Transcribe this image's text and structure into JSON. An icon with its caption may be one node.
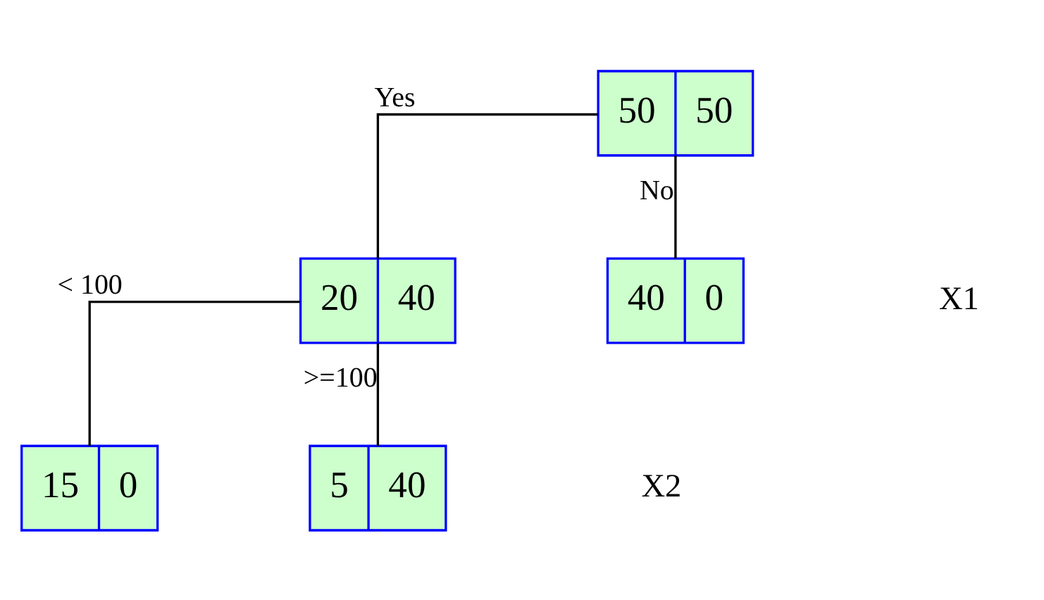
{
  "diagram": {
    "nodes": [
      {
        "text": [
          "50",
          "50"
        ]
      },
      {
        "text": [
          "20",
          "40"
        ]
      },
      {
        "text": [
          "40",
          "0"
        ]
      },
      {
        "text": [
          "15",
          "0"
        ]
      },
      {
        "text": [
          "5",
          "40"
        ]
      }
    ],
    "edges": [
      {
        "from": 0,
        "to": 1,
        "arrow": "none",
        "label": "Yes"
      },
      {
        "from": 0,
        "to": 2,
        "arrow": "none",
        "label": "No"
      },
      {
        "from": 1,
        "to": 3,
        "arrow": "none",
        "label": "< 100"
      },
      {
        "from": 1,
        "to": 4,
        "arrow": "none",
        "label": ">=100"
      }
    ],
    "labels": [
      "X1",
      "X2"
    ]
  }
}
